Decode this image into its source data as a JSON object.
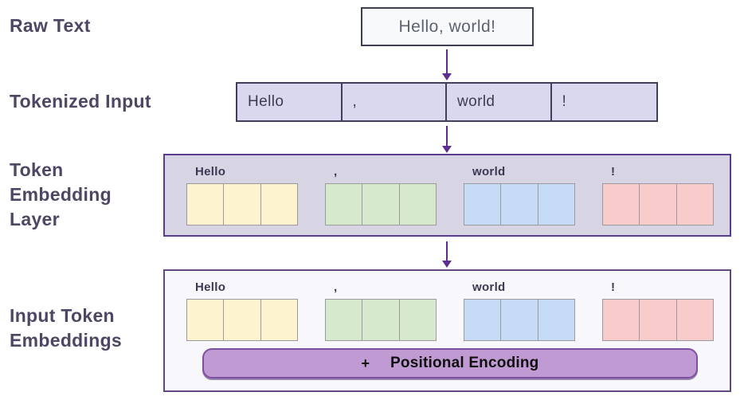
{
  "rows": {
    "raw_text": {
      "label": "Raw Text",
      "value": "Hello, world!"
    },
    "tokenized": {
      "label": "Tokenized Input",
      "tokens": [
        "Hello",
        ",",
        "world",
        "!"
      ]
    },
    "embedding_layer": {
      "label": "Token Embedding Layer"
    },
    "input_embeddings": {
      "label": "Input Token Embeddings"
    }
  },
  "token_groups": [
    {
      "token": "Hello",
      "color": "#fdf3cf",
      "cells": 3
    },
    {
      "token": ",",
      "color": "#d7e9cc",
      "cells": 3
    },
    {
      "token": "world",
      "color": "#c6dcf6",
      "cells": 3
    },
    {
      "token": "!",
      "color": "#f7cccb",
      "cells": 3
    }
  ],
  "positional_encoding": {
    "plus": "+",
    "label": "Positional Encoding"
  },
  "colors": {
    "label_text": "#4e4663",
    "arrow": "#5e2d91",
    "top_panel_bg": "#d7d5e4",
    "top_panel_border": "#5c3a8c",
    "bottom_panel_bg": "#f8f7fb",
    "bottom_panel_border": "#60497e",
    "token_row_bg": "#dad8ee",
    "token_row_border": "#413f5d",
    "raw_box_bg": "#f7f9fa",
    "raw_box_border": "#3e3e52",
    "pos_bar_bg": "#c09ad2",
    "pos_bar_border": "#7c4fa5"
  }
}
